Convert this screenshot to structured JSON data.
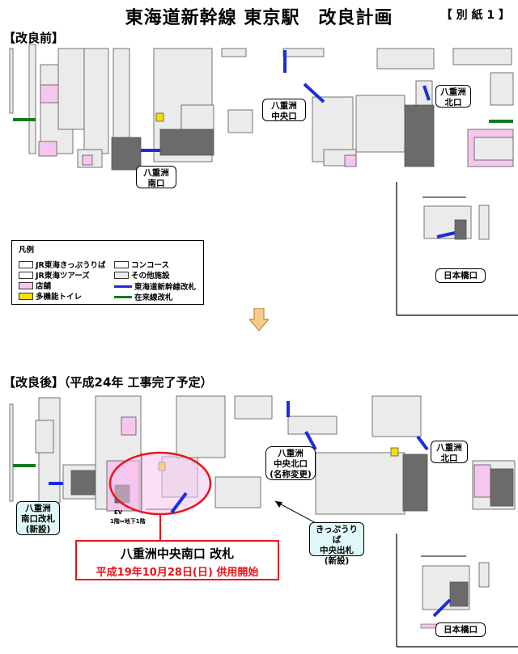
{
  "header": {
    "title": "東海道新幹線 東京駅　改良計画",
    "attachment": "【 別 紙 1 】"
  },
  "before": {
    "section_label": "【改良前】",
    "labels": {
      "yaesu_north": "八重洲\n北口",
      "yaesu_central": "八重洲\n中央口",
      "yaesu_south": "八重洲\n南口",
      "nihonbashi": "日本橋口"
    }
  },
  "legend": {
    "title": "凡例",
    "items": [
      {
        "label": "JR東海きっぷうりば",
        "swatch": "#ffffff"
      },
      {
        "label": "JR東海ツアーズ",
        "swatch": "#ffffff"
      },
      {
        "label": "店舗",
        "swatch": "#f6c6ee"
      },
      {
        "label": "多機能トイレ",
        "swatch": "#f3e000"
      },
      {
        "label": "コンコース",
        "swatch": "#ffffff"
      },
      {
        "label": "その他施設",
        "swatch": "#ebebeb"
      },
      {
        "label": "東海道新幹線改札",
        "line": "#1a2fd8"
      },
      {
        "label": "在来線改札",
        "line": "#13791f"
      }
    ]
  },
  "after": {
    "section_label": "【改良後】（平成24年 工事完了予定）",
    "labels": {
      "yaesu_north": "八重洲\n北口",
      "yaesu_central_north": "八重洲\n中央北口\n(名称変更)",
      "yaesu_south_gate_new": "八重洲\n南口改札\n(新設)",
      "kippu_central_exit": "きっぷうりば\n中央出札\n(新設)",
      "nihonbashi": "日本橋口",
      "ev": "EV",
      "ev_floors": "1階⇔地下1階"
    },
    "callout": {
      "line1": "八重洲中央南口 改札",
      "line2": "平成19年10月28日(日) 供用開始"
    }
  },
  "colors": {
    "shop": "#f6c6ee",
    "other": "#ebebeb",
    "dark": "#6b6b6b",
    "shinkansen_gate": "#1a2fd8",
    "conventional_gate": "#13791f",
    "toilet": "#f3e000",
    "highlight": "#e8151c"
  }
}
